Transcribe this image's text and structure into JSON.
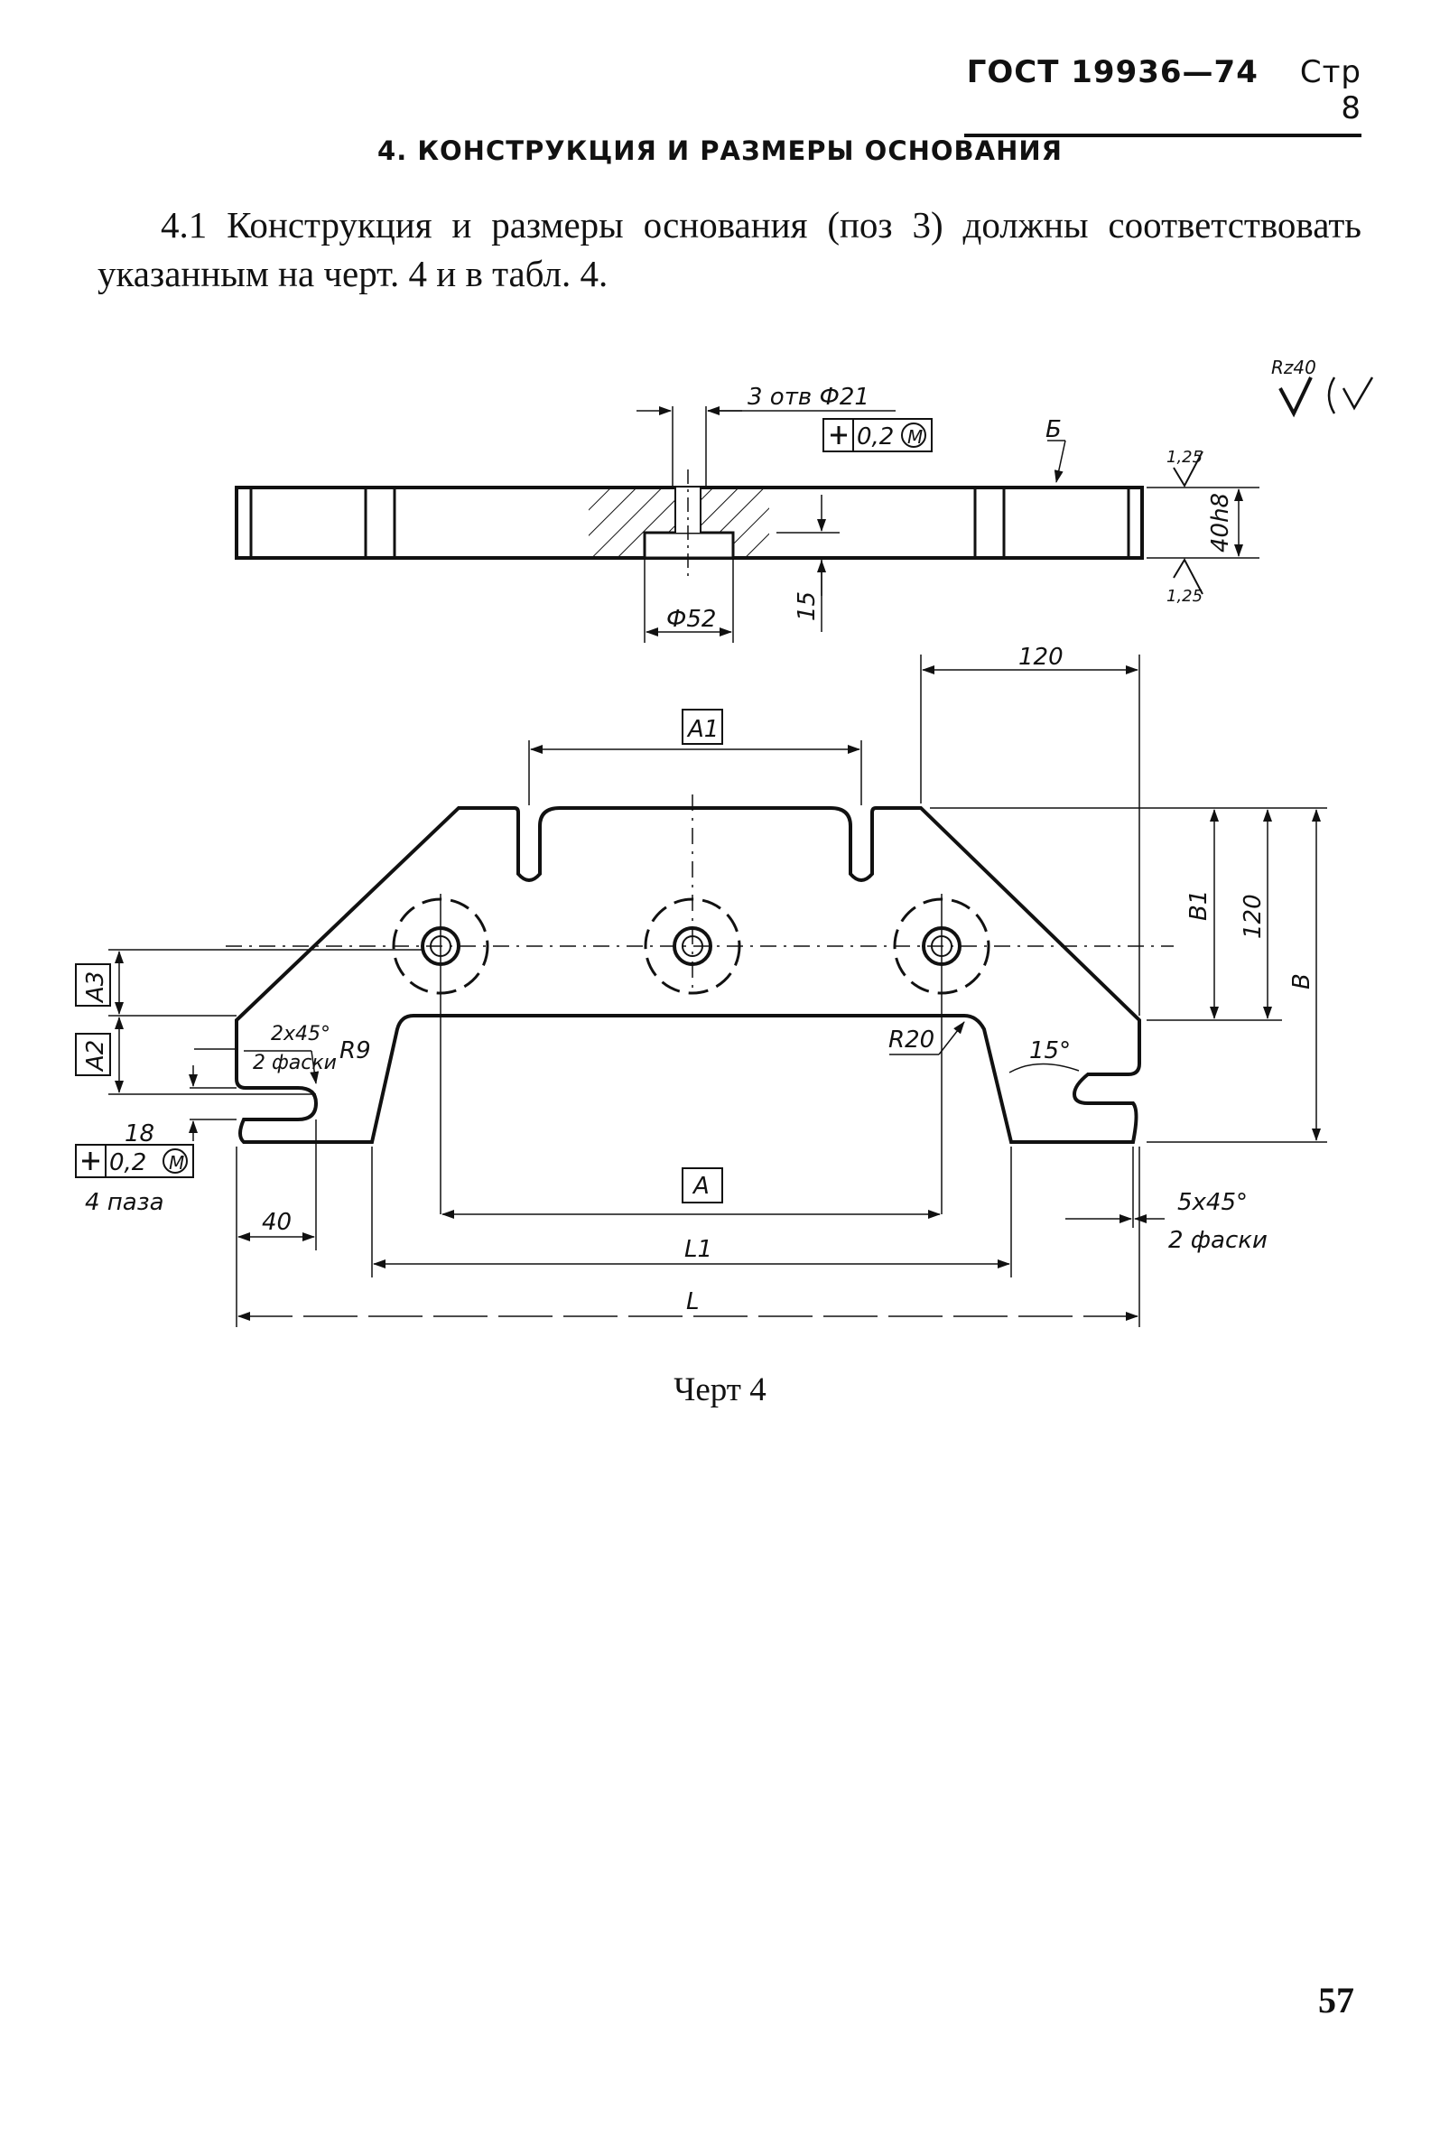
{
  "header": {
    "doc": "ГОСТ 19936—74",
    "page": "Стр 8"
  },
  "section_title": "4. КОНСТРУКЦИЯ И РАЗМЕРЫ ОСНОВАНИЯ",
  "paragraph": "4.1 Конструкция и размеры основания (поз 3) должны соответствовать указанным на черт. 4 и в табл. 4.",
  "drawing": {
    "roughness_main": "Rz40",
    "holes_label": "3 отв Ф21",
    "tol_value": "0,2",
    "tol_mod": "M",
    "surface_b": "Б",
    "surf_top": "1,25",
    "surf_bottom": "1,25",
    "thickness": "40h8",
    "dia52": "Ф52",
    "dim15": "15",
    "dim120_top": "120",
    "dim_A1": "A1",
    "dim_B1": "B1",
    "dim120_side": "120",
    "dim_B": "B",
    "dim_A3": "A3",
    "dim_A2": "A2",
    "chamfer_left": "2x45°",
    "chamfer_left_sub": "2 фаски",
    "r9": "R9",
    "r20": "R20",
    "angle15": "15°",
    "slot18": "18",
    "slots_label": "4 паза",
    "dim40": "40",
    "dim_A": "A",
    "chamfer_right": "5x45°",
    "chamfer_right_sub": "2 фаски",
    "dim_L1": "L1",
    "dim_L": "L"
  },
  "caption": "Черт 4",
  "page_number": "57"
}
